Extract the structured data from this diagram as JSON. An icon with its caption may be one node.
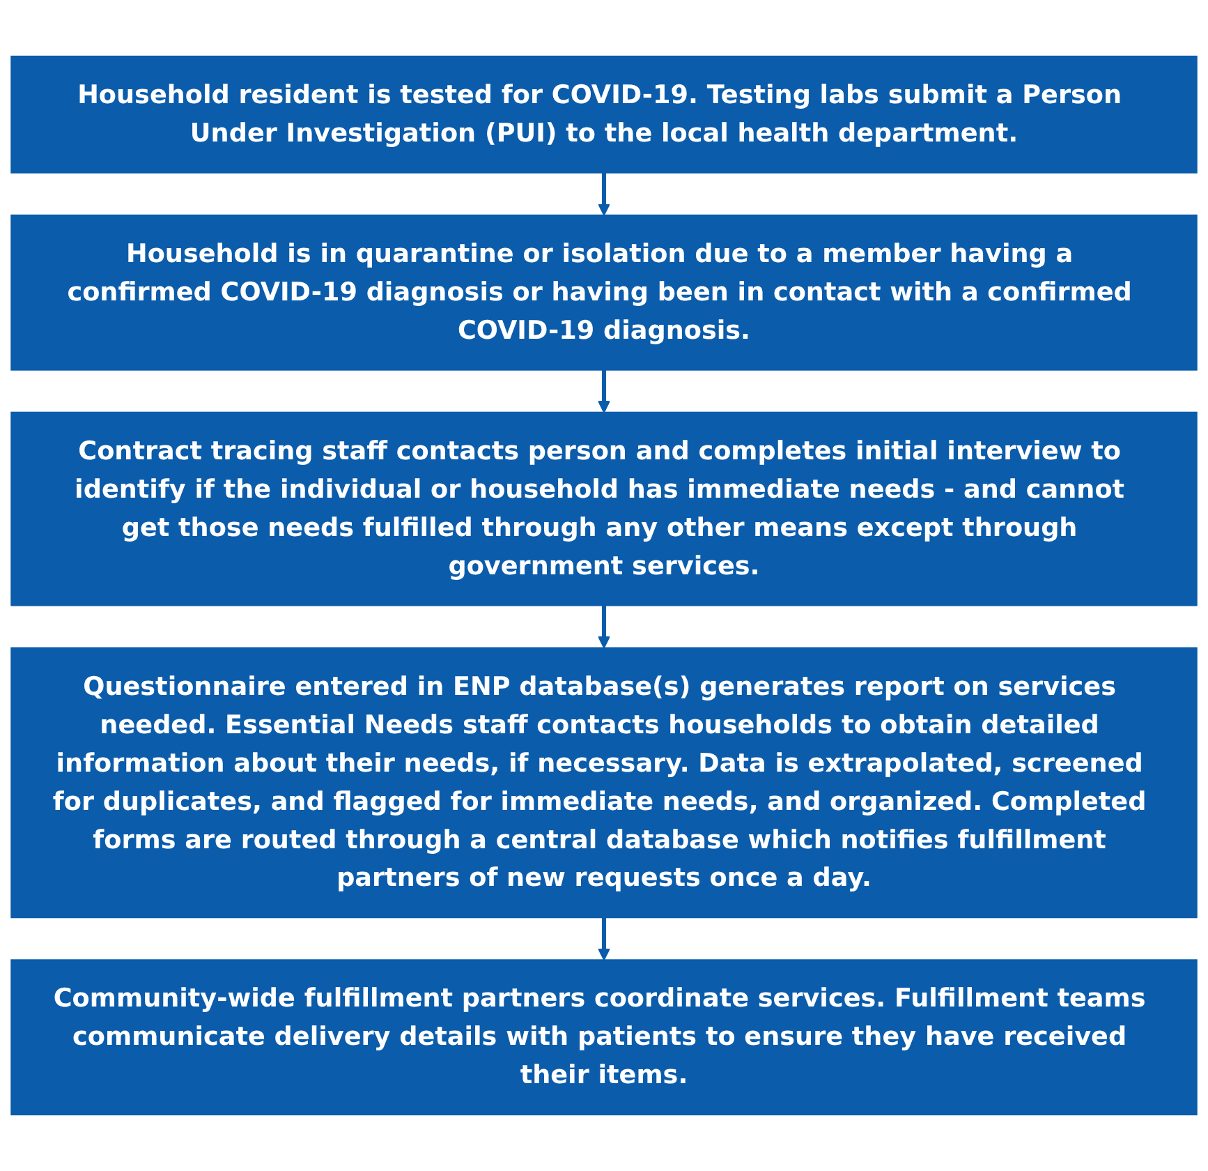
{
  "diagram": {
    "nodes": [
      {
        "text": [
          "Household resident is tested for COVID-19. Testing labs submit a Person Under Investigation (PUI) to the local health department."
        ]
      },
      {
        "text": [
          "Household is in quarantine or isolation due to a member having a confirmed COVID-19 diagnosis or having been in contact with a confirmed COVID-19 diagnosis."
        ]
      },
      {
        "text": [
          "Contract tracing staff contacts person and completes initial interview to identify if the individual or household has immediate needs - and cannot get those needs fulfilled through any other means except through government services."
        ]
      },
      {
        "text": [
          "Questionnaire entered in ENP database(s) generates report on services needed. Essential Needs staff contacts households to obtain detailed information about their needs, if necessary. Data is extrapolated, screened for duplicates, and flagged for immediate needs, and organized. Completed forms are routed through a central database which notifies fulfillment partners of new requests once a day."
        ]
      },
      {
        "text": [
          "Community-wide fulfillment partners coordinate services. Fulfillment teams communicate delivery details with patients to ensure they have received their items."
        ]
      }
    ],
    "edges": [
      {
        "from": 0,
        "to": 1,
        "arrow": "to"
      },
      {
        "from": 1,
        "to": 2,
        "arrow": "to"
      },
      {
        "from": 2,
        "to": 3,
        "arrow": "to"
      },
      {
        "from": 3,
        "to": 4,
        "arrow": "to"
      }
    ]
  }
}
